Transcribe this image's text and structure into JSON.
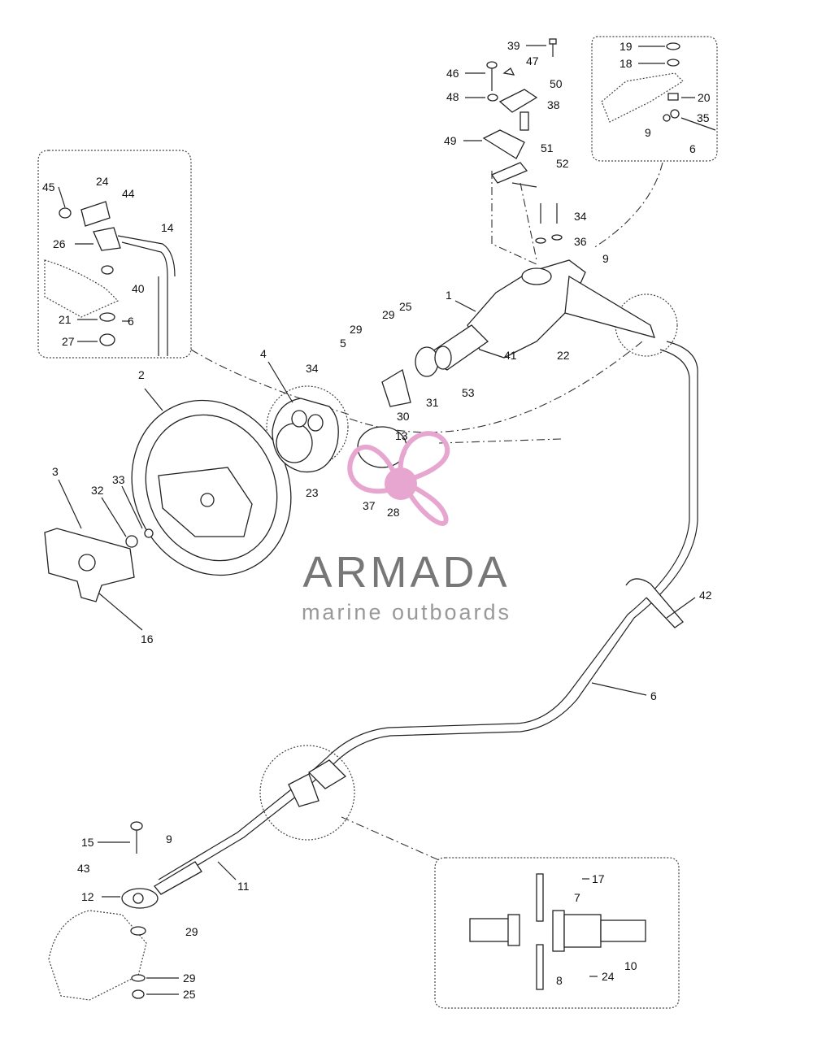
{
  "callouts": [
    {
      "id": "c39",
      "text": "39"
    },
    {
      "id": "c46",
      "text": "46"
    },
    {
      "id": "c47",
      "text": "47"
    },
    {
      "id": "c48",
      "text": "48"
    },
    {
      "id": "c50",
      "text": "50"
    },
    {
      "id": "c38",
      "text": "38"
    },
    {
      "id": "c49",
      "text": "49"
    },
    {
      "id": "c51",
      "text": "51"
    },
    {
      "id": "c52",
      "text": "52"
    },
    {
      "id": "c34a",
      "text": "34"
    },
    {
      "id": "c36",
      "text": "36"
    },
    {
      "id": "c9a",
      "text": "9"
    },
    {
      "id": "c19",
      "text": "19"
    },
    {
      "id": "c18",
      "text": "18"
    },
    {
      "id": "c20",
      "text": "20"
    },
    {
      "id": "c35",
      "text": "35"
    },
    {
      "id": "c9b",
      "text": "9"
    },
    {
      "id": "c6a",
      "text": "6"
    },
    {
      "id": "c45",
      "text": "45"
    },
    {
      "id": "c24a",
      "text": "24"
    },
    {
      "id": "c44",
      "text": "44"
    },
    {
      "id": "c14",
      "text": "14"
    },
    {
      "id": "c26",
      "text": "26"
    },
    {
      "id": "c40",
      "text": "40"
    },
    {
      "id": "c21",
      "text": "21"
    },
    {
      "id": "c6b",
      "text": "6"
    },
    {
      "id": "c27",
      "text": "27"
    },
    {
      "id": "c1",
      "text": "1"
    },
    {
      "id": "c25a",
      "text": "25"
    },
    {
      "id": "c29a",
      "text": "29"
    },
    {
      "id": "c29b",
      "text": "29"
    },
    {
      "id": "c5",
      "text": "5"
    },
    {
      "id": "c41",
      "text": "41"
    },
    {
      "id": "c22",
      "text": "22"
    },
    {
      "id": "c4",
      "text": "4"
    },
    {
      "id": "c34b",
      "text": "34"
    },
    {
      "id": "c31",
      "text": "31"
    },
    {
      "id": "c53",
      "text": "53"
    },
    {
      "id": "c30",
      "text": "30"
    },
    {
      "id": "c2",
      "text": "2"
    },
    {
      "id": "c13",
      "text": "13"
    },
    {
      "id": "c3",
      "text": "3"
    },
    {
      "id": "c32",
      "text": "32"
    },
    {
      "id": "c33",
      "text": "33"
    },
    {
      "id": "c23",
      "text": "23"
    },
    {
      "id": "c37",
      "text": "37"
    },
    {
      "id": "c28",
      "text": "28"
    },
    {
      "id": "c16",
      "text": "16"
    },
    {
      "id": "c42",
      "text": "42"
    },
    {
      "id": "c6c",
      "text": "6"
    },
    {
      "id": "c15",
      "text": "15"
    },
    {
      "id": "c9c",
      "text": "9"
    },
    {
      "id": "c43",
      "text": "43"
    },
    {
      "id": "c11",
      "text": "11"
    },
    {
      "id": "c12",
      "text": "12"
    },
    {
      "id": "c29c",
      "text": "29"
    },
    {
      "id": "c29d",
      "text": "29"
    },
    {
      "id": "c25b",
      "text": "25"
    },
    {
      "id": "c17",
      "text": "17"
    },
    {
      "id": "c7",
      "text": "7"
    },
    {
      "id": "c10",
      "text": "10"
    },
    {
      "id": "c8",
      "text": "8"
    },
    {
      "id": "c24b",
      "text": "24"
    }
  ],
  "watermark": {
    "brand": "ARMADA",
    "tagline": "marine outboards",
    "logo_icon": "propeller-icon",
    "logo_color": "#e6a6d0",
    "text_color": "#777777"
  }
}
